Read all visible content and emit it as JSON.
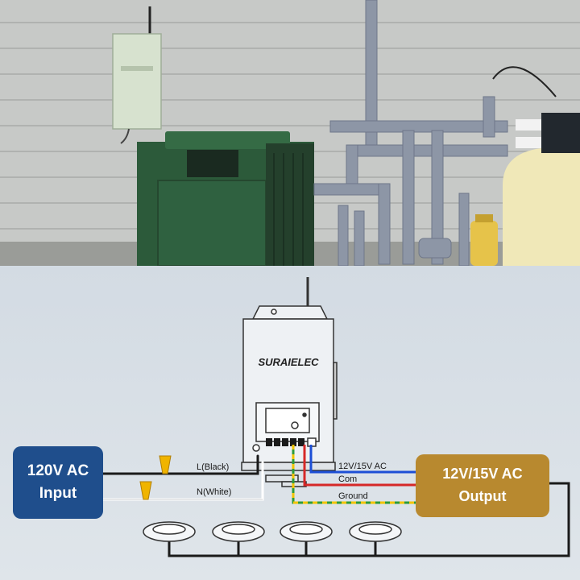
{
  "brand": "SURAIELEC",
  "input_box": {
    "line1": "120V AC",
    "line2": "Input",
    "color": "#1f4e8c"
  },
  "output_box": {
    "line1": "12V/15V AC",
    "line2": "Output",
    "color": "#b8892f"
  },
  "wires": {
    "l_black": "L(Black)",
    "n_white": "N(White)",
    "out_12v": "12V/15V AC",
    "com": "Com",
    "ground": "Ground"
  },
  "colors": {
    "wire_red": "#d62828",
    "wire_blue": "#1d4fd6",
    "wire_green": "#2e9b3a",
    "wire_yellow": "#f2c500",
    "wire_black": "#1a1a1a",
    "wire_white": "#ffffff",
    "connector": "#f0b400",
    "housing": "#e6ebef",
    "heater": "#2f5b3a",
    "siding": "#c9cbc9",
    "tank": "#efe6b5"
  }
}
